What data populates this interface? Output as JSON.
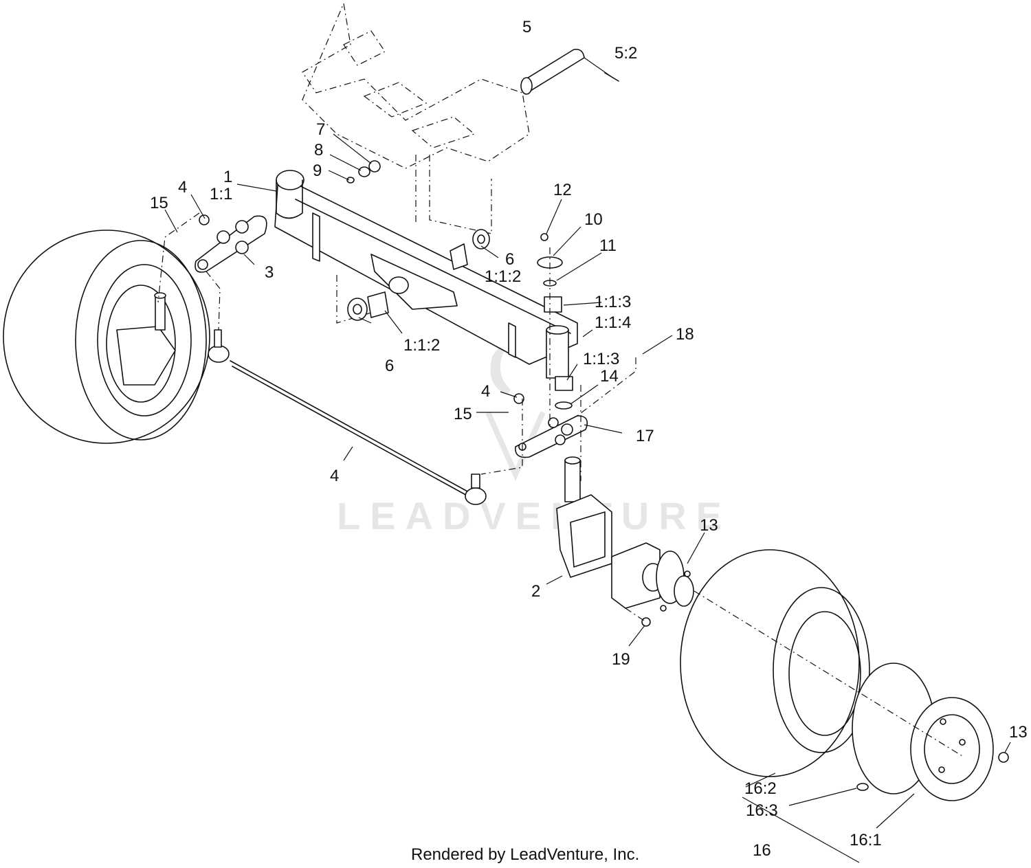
{
  "watermark": "LEADVENTURE",
  "footer": "Rendered by LeadVenture, Inc.",
  "callouts": {
    "c1": "1",
    "c1_1": "1:1",
    "c1_1_2_a": "1:1:2",
    "c1_1_2_b": "1:1:2",
    "c1_1_3_a": "1:1:3",
    "c1_1_3_b": "1:1:3",
    "c1_1_4": "1:1:4",
    "c2": "2",
    "c3": "3",
    "c4_a": "4",
    "c4_b": "4",
    "c4_c": "4",
    "c5": "5",
    "c5_2": "5:2",
    "c6_a": "6",
    "c6_b": "6",
    "c7": "7",
    "c8": "8",
    "c9": "9",
    "c10": "10",
    "c11": "11",
    "c12": "12",
    "c13_a": "13",
    "c13_b": "13",
    "c14": "14",
    "c15_a": "15",
    "c15_b": "15",
    "c16": "16",
    "c16_1": "16:1",
    "c16_2": "16:2",
    "c16_3": "16:3",
    "c17": "17",
    "c18": "18",
    "c19": "19"
  }
}
